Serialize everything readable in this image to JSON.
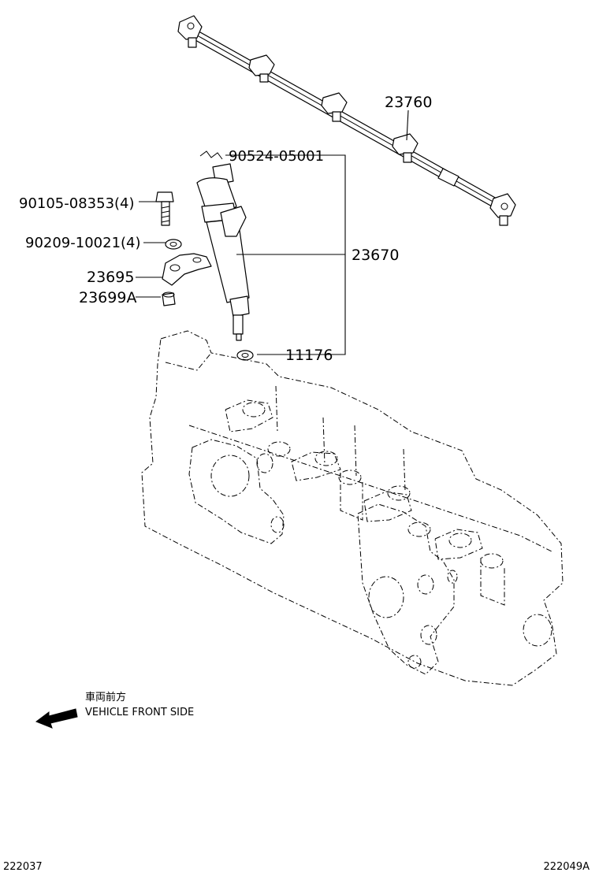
{
  "callouts": {
    "rail": "23760",
    "clip": "90524-05001",
    "bolt": "90105-08353(4)",
    "washer": "90209-10021(4)",
    "clamp": "23695",
    "nut": "23699A",
    "injector": "23670",
    "gasket": "11176"
  },
  "direction": {
    "japanese": "車両前方",
    "english": "VEHICLE FRONT SIDE"
  },
  "codes": {
    "left": "222037",
    "right": "222049A"
  }
}
